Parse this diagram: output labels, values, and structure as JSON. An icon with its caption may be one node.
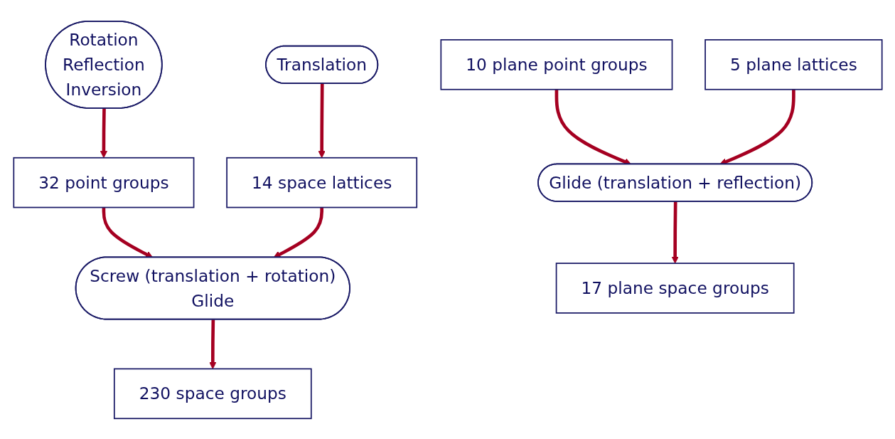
{
  "diagram": {
    "nodes": [
      {
        "text": [
          "Rotation",
          "Reflection",
          "Inversion"
        ]
      },
      {
        "text": [
          "Translation"
        ]
      },
      {
        "text": [
          "10 plane point groups"
        ]
      },
      {
        "text": [
          "5 plane lattices"
        ]
      },
      {
        "text": [
          "32 point groups"
        ]
      },
      {
        "text": [
          "14 space lattices"
        ]
      },
      {
        "text": [
          "Glide (translation + reflection)"
        ]
      },
      {
        "text": [
          "Screw (translation + rotation)",
          "Glide"
        ]
      },
      {
        "text": [
          "17 plane space groups"
        ]
      },
      {
        "text": [
          "230 space groups"
        ]
      }
    ],
    "edges": [
      {
        "from": 0,
        "to": 4,
        "arrow": "to"
      },
      {
        "from": 1,
        "to": 5,
        "arrow": "to"
      },
      {
        "from": 2,
        "to": 6,
        "arrow": "to"
      },
      {
        "from": 3,
        "to": 6,
        "arrow": "to"
      },
      {
        "from": 4,
        "to": 7,
        "arrow": "to"
      },
      {
        "from": 5,
        "to": 7,
        "arrow": "to"
      },
      {
        "from": 6,
        "to": 8,
        "arrow": "to"
      },
      {
        "from": 7,
        "to": 9,
        "arrow": "to"
      }
    ]
  }
}
